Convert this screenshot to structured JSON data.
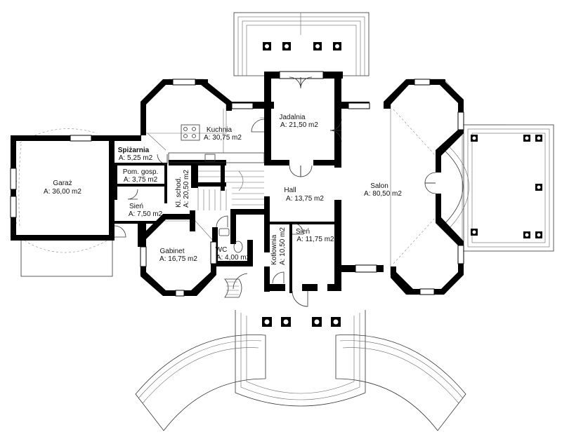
{
  "rooms": [
    {
      "id": "garaz",
      "name": "Garaż",
      "area": "A: 36,00 m2"
    },
    {
      "id": "spizarnia",
      "name": "Spiżarnia",
      "area": "A: 5,25 m2"
    },
    {
      "id": "pom-gosp",
      "name": "Pom. gosp.",
      "area": "A: 3,75 m2"
    },
    {
      "id": "sien-left",
      "name": "Sień",
      "area": "A: 7,50 m2"
    },
    {
      "id": "kuchnia",
      "name": "Kuchnia",
      "area": "A: 30,75 m2"
    },
    {
      "id": "kl-schod",
      "name": "Kl. schod.",
      "area": "A: 20,50 m2"
    },
    {
      "id": "jadalnia",
      "name": "Jadalnia",
      "area": "A: 21,50 m2"
    },
    {
      "id": "hall",
      "name": "Hall",
      "area": "A: 13,75 m2"
    },
    {
      "id": "salon",
      "name": "Salon",
      "area": "A: 80,50 m2"
    },
    {
      "id": "gabinet",
      "name": "Gabinet",
      "area": "A: 16,75 m2"
    },
    {
      "id": "wc",
      "name": "WC",
      "area": "A: 4,00 m2"
    },
    {
      "id": "kotlownia",
      "name": "Kotłownia",
      "area": "A: 10,50 m2"
    },
    {
      "id": "sien-right",
      "name": "Sień",
      "area": "A: 11,75 m2"
    }
  ]
}
